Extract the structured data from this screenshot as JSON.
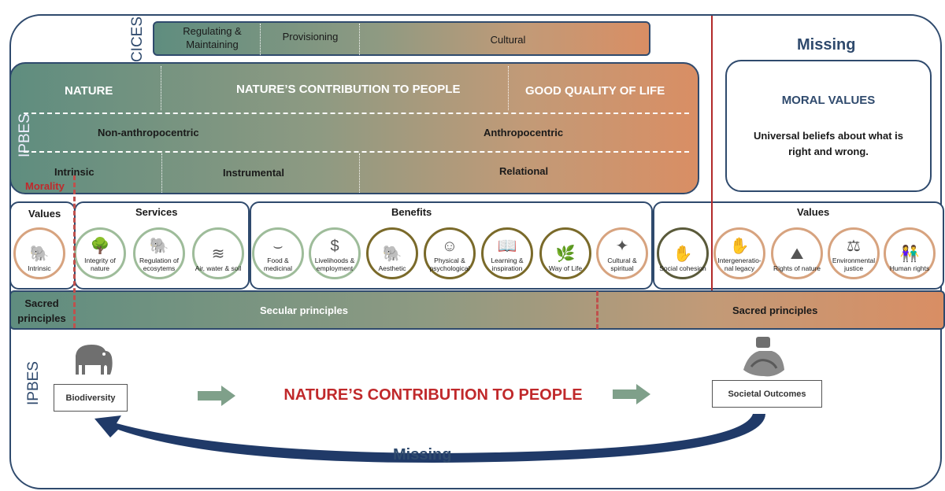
{
  "cices": {
    "label": "CICES",
    "regulating": "Regulating & Maintaining",
    "provisioning": "Provisioning",
    "cultural": "Cultural"
  },
  "ipbes_top": {
    "label": "IPBES",
    "nature": "NATURE",
    "ncp": "NATURE’S CONTRIBUTION TO PEOPLE",
    "gqol": "GOOD QUALITY OF LIFE",
    "non_anthro": "Non-anthropocentric",
    "anthro": "Anthropocentric",
    "intrinsic": "Intrinsic",
    "instrumental": "Instrumental",
    "relational": "Relational",
    "morality": "Morality"
  },
  "missing_top": "Missing",
  "moral": {
    "title": "MORAL VALUES",
    "desc": "Universal beliefs about what is right and wrong."
  },
  "values_row": {
    "values_left": "Values",
    "services": "Services",
    "benefits": "Benefits",
    "values_right": "Values",
    "circles": [
      {
        "label": "Intrinsic",
        "icon": "elephant-icon"
      },
      {
        "label": "Integrity of nature",
        "icon": "savanna-icon"
      },
      {
        "label": "Regulation of ecosytems",
        "icon": "elephant-icon"
      },
      {
        "label": "Air, water & soil",
        "icon": "water-icon"
      },
      {
        "label": "Food & medicinal",
        "icon": "bowl-icon"
      },
      {
        "label": "Livelihoods & employment",
        "icon": "money-bag-icon"
      },
      {
        "label": "Aesthetic",
        "icon": "elephant-icon"
      },
      {
        "label": "Physical & psychological",
        "icon": "person-icon"
      },
      {
        "label": "Learning & inspiration",
        "icon": "reading-icon"
      },
      {
        "label": "Way of Life",
        "icon": "tree-icon"
      },
      {
        "label": "Cultural & spiritual",
        "icon": "deity-icon"
      },
      {
        "label": "Social cohesion",
        "icon": "hands-icon"
      },
      {
        "label": "Intergeneratio-nal legacy",
        "icon": "hand-icon"
      },
      {
        "label": "Rights of nature",
        "icon": "landscape-icon"
      },
      {
        "label": "Environmental justice",
        "icon": "scales-icon"
      },
      {
        "label": "Human rights",
        "icon": "people-icon"
      }
    ]
  },
  "principles": {
    "sacred_left": "Sacred principles",
    "secular": "Secular principles",
    "sacred_right": "Sacred principles"
  },
  "bottom": {
    "ipbes": "IPBES",
    "biodiversity": "Biodiversity",
    "ncp": "NATURE’S CONTRIBUTION TO PEOPLE",
    "societal": "Societal Outcomes",
    "missing": "Missing"
  }
}
